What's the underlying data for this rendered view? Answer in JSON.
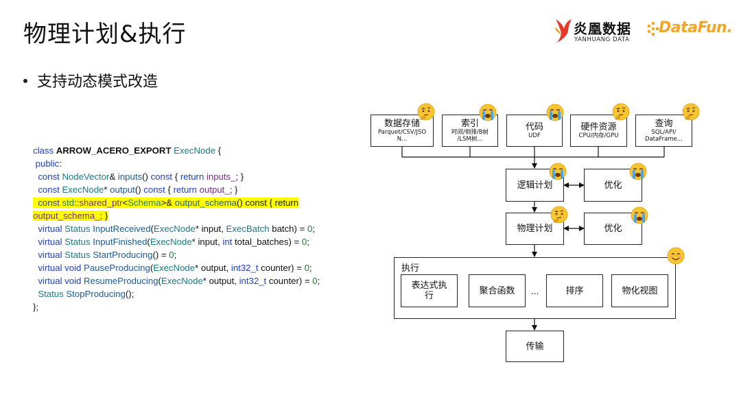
{
  "page": {
    "title": "物理计划&执行",
    "bullet": "支持动态模式改造"
  },
  "logos": {
    "yanhuang_zh": "炎凰数据",
    "yanhuang_en": "YANHUANG DATA",
    "datafun": "DataFun."
  },
  "code": {
    "l1": {
      "a": "class ",
      "b": "ARROW_ACERO_EXPORT",
      "c": " ExecNode",
      "d": " {"
    },
    "l2": {
      "a": " public",
      "b": ":"
    },
    "l3": {
      "a": "  const ",
      "b": "NodeVector",
      "c": "& ",
      "d": "inputs",
      "e": "() ",
      "f": "const",
      "g": " { ",
      "h": "return",
      "i": " inputs_",
      "j": "; }"
    },
    "l4": {
      "a": "  const ",
      "b": "ExecNode",
      "c": "* ",
      "d": "output",
      "e": "() ",
      "f": "const",
      "g": " { ",
      "h": "return",
      "i": " output_",
      "j": "; }"
    },
    "l5": {
      "a": "  const ",
      "b": "std",
      "c": "::",
      "d": "shared_ptr",
      "e": "<",
      "f": "Schema",
      "g": ">& ",
      "h": "output_schema",
      "i": "() const { return"
    },
    "l6": {
      "a": "output_schema_",
      "b": "; }"
    },
    "l7": {
      "a": "  virtual ",
      "b": "Status",
      "c": " InputReceived",
      "d": "(",
      "e": "ExecNode",
      "f": "* input, ",
      "g": "ExecBatch",
      "h": " batch) = ",
      "i": "0",
      "j": ";"
    },
    "l8": {
      "a": "  virtual ",
      "b": "Status",
      "c": " InputFinished",
      "d": "(",
      "e": "ExecNode",
      "f": "* input, ",
      "g": "int",
      "h": " total_batches) = ",
      "i": "0",
      "j": ";"
    },
    "l9": {
      "a": "  virtual ",
      "b": "Status",
      "c": " StartProducing",
      "d": "() = ",
      "e": "0",
      "f": ";"
    },
    "l10": {
      "a": "  virtual ",
      "b": "void",
      "c": " PauseProducing",
      "d": "(",
      "e": "ExecNode",
      "f": "* output, ",
      "g": "int32_t",
      "h": " counter) = ",
      "i": "0",
      "j": ";"
    },
    "l11": {
      "a": "  virtual ",
      "b": "void",
      "c": " ResumeProducing",
      "d": "(",
      "e": "ExecNode",
      "f": "* output, ",
      "g": "int32_t",
      "h": " counter) = ",
      "i": "0",
      "j": ";"
    },
    "l12": {
      "a": "  Status",
      "b": " StopProducing",
      "c": "();"
    },
    "l13": {
      "a": "};"
    }
  },
  "diagram": {
    "sources": [
      {
        "main": "数据存储",
        "sub1": "Parquet/CSV/JSO",
        "sub2": "N...",
        "emoji": "thinking"
      },
      {
        "main": "索引",
        "sub1": "时间/倒排/B树",
        "sub2": "/LSM树...",
        "emoji": "crying"
      },
      {
        "main": "代码",
        "sub1": "UDF",
        "sub2": "",
        "emoji": "crying"
      },
      {
        "main": "硬件资源",
        "sub1": "CPU/内存/GPU",
        "sub2": "",
        "emoji": "thinking"
      },
      {
        "main": "查询",
        "sub1": "SQL/API/",
        "sub2": "DataFrame...",
        "emoji": "thinking"
      }
    ],
    "logical_plan": "逻辑计划",
    "optimize1": "优化",
    "physical_plan": "物理计划",
    "optimize2": "优化",
    "exec_label": "执行",
    "exec_items": [
      "表达式执",
      "行",
      "聚合函数",
      "...",
      "排序",
      "物化视图"
    ],
    "transfer": "传输",
    "colors": {
      "emoji_yellow": "#f7c531",
      "emoji_tear": "#4aa3e8",
      "highlight": "#ffff00",
      "yanhuang_red": "#e8382a",
      "datafun_orange": "#f5a623"
    }
  }
}
